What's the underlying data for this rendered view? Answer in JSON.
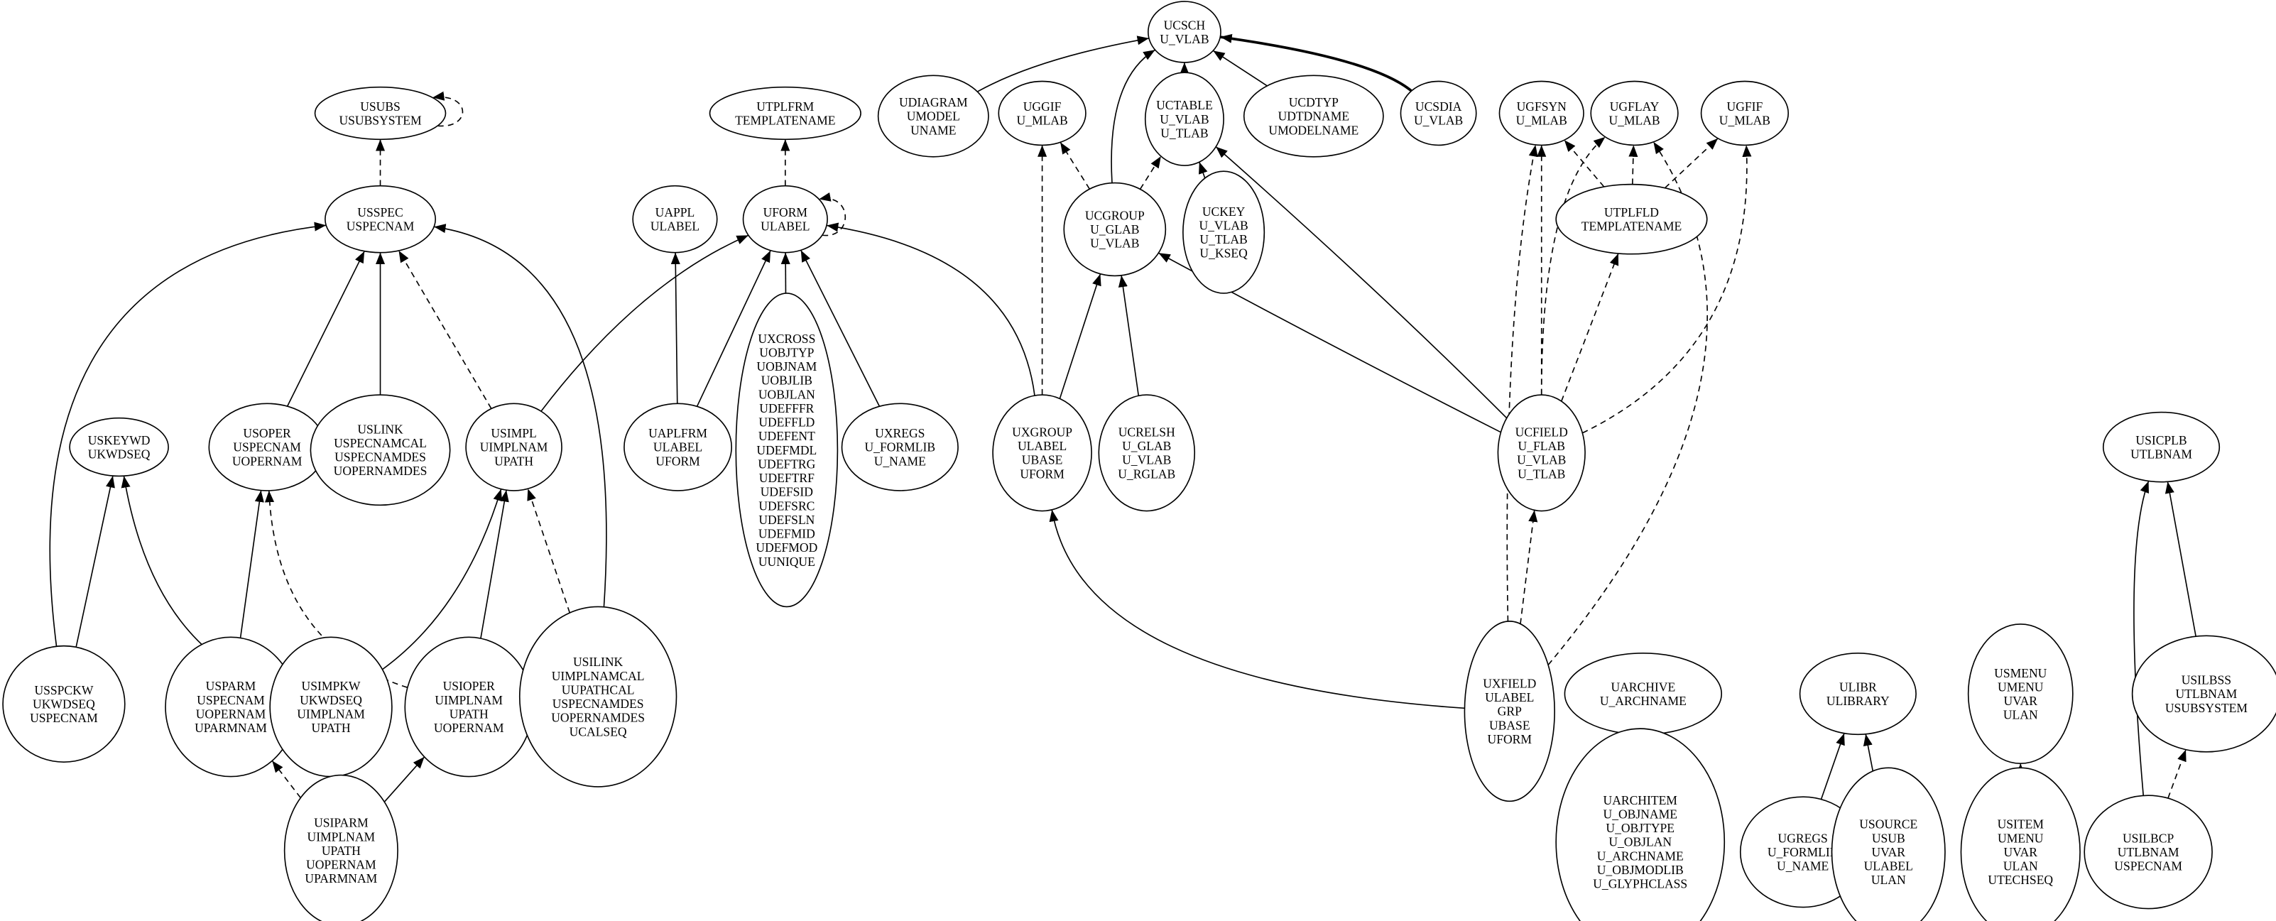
{
  "diagram": {
    "type": "entity-relationship graph",
    "colors": {
      "line": "#000000",
      "fill": "#ffffff",
      "background": "#ffffff"
    },
    "nodes": [
      {
        "id": "UCSCH",
        "lines": [
          "UCSCH",
          "U_VLAB"
        ]
      },
      {
        "id": "USUBS",
        "lines": [
          "USUBS",
          "USUBSYSTEM"
        ]
      },
      {
        "id": "UTPLFRM",
        "lines": [
          "UTPLFRM",
          "TEMPLATENAME"
        ]
      },
      {
        "id": "UDIAGRAM",
        "lines": [
          "UDIAGRAM",
          "UMODEL",
          "UNAME"
        ]
      },
      {
        "id": "UGGIF",
        "lines": [
          "UGGIF",
          "U_MLAB"
        ]
      },
      {
        "id": "UCTABLE",
        "lines": [
          "UCTABLE",
          "U_VLAB",
          "U_TLAB"
        ]
      },
      {
        "id": "UCDTYP",
        "lines": [
          "UCDTYP",
          "UDTDNAME",
          "UMODELNAME"
        ]
      },
      {
        "id": "UCSDIA",
        "lines": [
          "UCSDIA",
          "U_VLAB"
        ]
      },
      {
        "id": "UGFSYN",
        "lines": [
          "UGFSYN",
          "U_MLAB"
        ]
      },
      {
        "id": "UGFLAY",
        "lines": [
          "UGFLAY",
          "U_MLAB"
        ]
      },
      {
        "id": "UGFIF",
        "lines": [
          "UGFIF",
          "U_MLAB"
        ]
      },
      {
        "id": "USSPEC",
        "lines": [
          "USSPEC",
          "USPECNAM"
        ]
      },
      {
        "id": "UAPPL",
        "lines": [
          "UAPPL",
          "ULABEL"
        ]
      },
      {
        "id": "UFORM",
        "lines": [
          "UFORM",
          "ULABEL"
        ]
      },
      {
        "id": "UCGROUP",
        "lines": [
          "UCGROUP",
          "U_GLAB",
          "U_VLAB"
        ]
      },
      {
        "id": "UCKEY",
        "lines": [
          "UCKEY",
          "U_VLAB",
          "U_TLAB",
          "U_KSEQ"
        ]
      },
      {
        "id": "UTPLFLD",
        "lines": [
          "UTPLFLD",
          "TEMPLATENAME"
        ]
      },
      {
        "id": "USKEYWD",
        "lines": [
          "USKEYWD",
          "UKWDSEQ"
        ]
      },
      {
        "id": "USOPER",
        "lines": [
          "USOPER",
          "USPECNAM",
          "UOPERNAM"
        ]
      },
      {
        "id": "USLINK",
        "lines": [
          "USLINK",
          "USPECNAMCAL",
          "USPECNAMDES",
          "UOPERNAMDES"
        ]
      },
      {
        "id": "USIMPL",
        "lines": [
          "USIMPL",
          "UIMPLNAM",
          "UPATH"
        ]
      },
      {
        "id": "UAPLFRM",
        "lines": [
          "UAPLFRM",
          "ULABEL",
          "UFORM"
        ]
      },
      {
        "id": "UXCROSS",
        "lines": [
          "UXCROSS",
          "UOBJTYP",
          "UOBJNAM",
          "UOBJLIB",
          "UOBJLAN",
          "UDEFFFR",
          "UDEFFLD",
          "UDEFENT",
          "UDEFMDL",
          "UDEFTRG",
          "UDEFTRF",
          "UDEFSID",
          "UDEFSRC",
          "UDEFSLN",
          "UDEFMID",
          "UDEFMOD",
          "UUNIQUE"
        ]
      },
      {
        "id": "UXREGS",
        "lines": [
          "UXREGS",
          "U_FORMLIB",
          "U_NAME"
        ]
      },
      {
        "id": "UXGROUP",
        "lines": [
          "UXGROUP",
          "ULABEL",
          "UBASE",
          "UFORM"
        ]
      },
      {
        "id": "UCRELSH",
        "lines": [
          "UCRELSH",
          "U_GLAB",
          "U_VLAB",
          "U_RGLAB"
        ]
      },
      {
        "id": "UCFIELD",
        "lines": [
          "UCFIELD",
          "U_FLAB",
          "U_VLAB",
          "U_TLAB"
        ]
      },
      {
        "id": "USICPLB",
        "lines": [
          "USICPLB",
          "UTLBNAM"
        ]
      },
      {
        "id": "USSPCKW",
        "lines": [
          "USSPCKW",
          "UKWDSEQ",
          "USPECNAM"
        ]
      },
      {
        "id": "USPARM",
        "lines": [
          "USPARM",
          "USPECNAM",
          "UOPERNAM",
          "UPARMNAM"
        ]
      },
      {
        "id": "USIMPKW",
        "lines": [
          "USIMPKW",
          "UKWDSEQ",
          "UIMPLNAM",
          "UPATH"
        ]
      },
      {
        "id": "USIOPER",
        "lines": [
          "USIOPER",
          "UIMPLNAM",
          "UPATH",
          "UOPERNAM"
        ]
      },
      {
        "id": "USILINK",
        "lines": [
          "USILINK",
          "UIMPLNAMCAL",
          "UUPATHCAL",
          "USPECNAMDES",
          "UOPERNAMDES",
          "UCALSEQ"
        ]
      },
      {
        "id": "UXFIELD",
        "lines": [
          "UXFIELD",
          "ULABEL",
          "GRP",
          "UBASE",
          "UFORM"
        ]
      },
      {
        "id": "UARCHIVE",
        "lines": [
          "UARCHIVE",
          "U_ARCHNAME"
        ]
      },
      {
        "id": "ULIBR",
        "lines": [
          "ULIBR",
          "ULIBRARY"
        ]
      },
      {
        "id": "USMENU",
        "lines": [
          "USMENU",
          "UMENU",
          "UVAR",
          "ULAN"
        ]
      },
      {
        "id": "USILBSS",
        "lines": [
          "USILBSS",
          "UTLBNAM",
          "USUBSYSTEM"
        ]
      },
      {
        "id": "USIPARM",
        "lines": [
          "USIPARM",
          "UIMPLNAM",
          "UPATH",
          "UOPERNAM",
          "UPARMNAM"
        ]
      },
      {
        "id": "UARCHITEM",
        "lines": [
          "UARCHITEM",
          "U_OBJNAME",
          "U_OBJTYPE",
          "U_OBJLAN",
          "U_ARCHNAME",
          "U_OBJMODLIB",
          "U_GLYPHCLASS"
        ]
      },
      {
        "id": "UGREGS",
        "lines": [
          "UGREGS",
          "U_FORMLIB",
          "U_NAME"
        ]
      },
      {
        "id": "USOURCE",
        "lines": [
          "USOURCE",
          "USUB",
          "UVAR",
          "ULABEL",
          "ULAN"
        ]
      },
      {
        "id": "USITEM",
        "lines": [
          "USITEM",
          "UMENU",
          "UVAR",
          "ULAN",
          "UTECHSEQ"
        ]
      },
      {
        "id": "USILBCP",
        "lines": [
          "USILBCP",
          "UTLBNAM",
          "USPECNAM"
        ]
      }
    ],
    "edges": [
      {
        "from": "USUBS",
        "to": "USUBS",
        "style": "dashed"
      },
      {
        "from": "USSPEC",
        "to": "USUBS",
        "style": "dashed"
      },
      {
        "from": "UFORM",
        "to": "UTPLFRM",
        "style": "dashed"
      },
      {
        "from": "UFORM",
        "to": "UFORM",
        "style": "dashed"
      },
      {
        "from": "USSPCKW",
        "to": "USSPEC",
        "style": "solid"
      },
      {
        "from": "USOPER",
        "to": "USSPEC",
        "style": "solid"
      },
      {
        "from": "USLINK",
        "to": "USSPEC",
        "style": "solid"
      },
      {
        "from": "USIMPL",
        "to": "USSPEC",
        "style": "dashed"
      },
      {
        "from": "USILINK",
        "to": "USSPEC",
        "style": "solid"
      },
      {
        "from": "USIMPL",
        "to": "UFORM",
        "style": "solid"
      },
      {
        "from": "UAPLFRM",
        "to": "UAPPL",
        "style": "solid"
      },
      {
        "from": "UAPLFRM",
        "to": "UFORM",
        "style": "solid"
      },
      {
        "from": "UXCROSS",
        "to": "UFORM",
        "style": "solid"
      },
      {
        "from": "UXREGS",
        "to": "UFORM",
        "style": "solid"
      },
      {
        "from": "UXGROUP",
        "to": "UFORM",
        "style": "solid"
      },
      {
        "from": "UXGROUP",
        "to": "UGGIF",
        "style": "dashed"
      },
      {
        "from": "UXGROUP",
        "to": "UCGROUP",
        "style": "solid"
      },
      {
        "from": "UCGROUP",
        "to": "UGGIF",
        "style": "dashed"
      },
      {
        "from": "UCGROUP",
        "to": "UCTABLE",
        "style": "dashed"
      },
      {
        "from": "UCGROUP",
        "to": "UCSCH",
        "style": "solid"
      },
      {
        "from": "UDIAGRAM",
        "to": "UCSCH",
        "style": "solid"
      },
      {
        "from": "UCTABLE",
        "to": "UCSCH",
        "style": "solid"
      },
      {
        "from": "UCDTYP",
        "to": "UCSCH",
        "style": "solid"
      },
      {
        "from": "UCSDIA",
        "to": "UCSCH",
        "style": "bold"
      },
      {
        "from": "UCKEY",
        "to": "UCTABLE",
        "style": "solid"
      },
      {
        "from": "UCRELSH",
        "to": "UCGROUP",
        "style": "solid"
      },
      {
        "from": "UCFIELD",
        "to": "UCGROUP",
        "style": "solid"
      },
      {
        "from": "UCFIELD",
        "to": "UCTABLE",
        "style": "solid"
      },
      {
        "from": "UCFIELD",
        "to": "UGFSYN",
        "style": "dashed"
      },
      {
        "from": "UCFIELD",
        "to": "UGFLAY",
        "style": "dashed"
      },
      {
        "from": "UCFIELD",
        "to": "UTPLFLD",
        "style": "dashed"
      },
      {
        "from": "UCFIELD",
        "to": "UGFIF",
        "style": "dashed"
      },
      {
        "from": "UTPLFLD",
        "to": "UGFSYN",
        "style": "dashed"
      },
      {
        "from": "UTPLFLD",
        "to": "UGFLAY",
        "style": "dashed"
      },
      {
        "from": "UTPLFLD",
        "to": "UGFIF",
        "style": "dashed"
      },
      {
        "from": "UXFIELD",
        "to": "UGFSYN",
        "style": "dashed"
      },
      {
        "from": "UXFIELD",
        "to": "UCFIELD",
        "style": "dashed"
      },
      {
        "from": "UXFIELD",
        "to": "UGFLAY",
        "style": "dashed"
      },
      {
        "from": "UXFIELD",
        "to": "UXGROUP",
        "style": "solid"
      },
      {
        "from": "USSPCKW",
        "to": "USKEYWD",
        "style": "solid"
      },
      {
        "from": "USIMPKW",
        "to": "USKEYWD",
        "style": "solid"
      },
      {
        "from": "USPARM",
        "to": "USOPER",
        "style": "solid"
      },
      {
        "from": "USIOPER",
        "to": "USOPER",
        "style": "dashed"
      },
      {
        "from": "USIMPKW",
        "to": "USIMPL",
        "style": "solid"
      },
      {
        "from": "USIOPER",
        "to": "USIMPL",
        "style": "solid"
      },
      {
        "from": "USILINK",
        "to": "USIMPL",
        "style": "dashed"
      },
      {
        "from": "USIPARM",
        "to": "USPARM",
        "style": "dashed"
      },
      {
        "from": "USIPARM",
        "to": "USIOPER",
        "style": "solid"
      },
      {
        "from": "UARCHITEM",
        "to": "UARCHIVE",
        "style": "solid"
      },
      {
        "from": "UGREGS",
        "to": "ULIBR",
        "style": "solid"
      },
      {
        "from": "USOURCE",
        "to": "ULIBR",
        "style": "solid"
      },
      {
        "from": "USITEM",
        "to": "USMENU",
        "style": "dashed"
      },
      {
        "from": "USILBCP",
        "to": "USICPLB",
        "style": "solid"
      },
      {
        "from": "USILBSS",
        "to": "USICPLB",
        "style": "solid"
      },
      {
        "from": "USILBCP",
        "to": "USILBSS",
        "style": "dashed"
      }
    ]
  }
}
